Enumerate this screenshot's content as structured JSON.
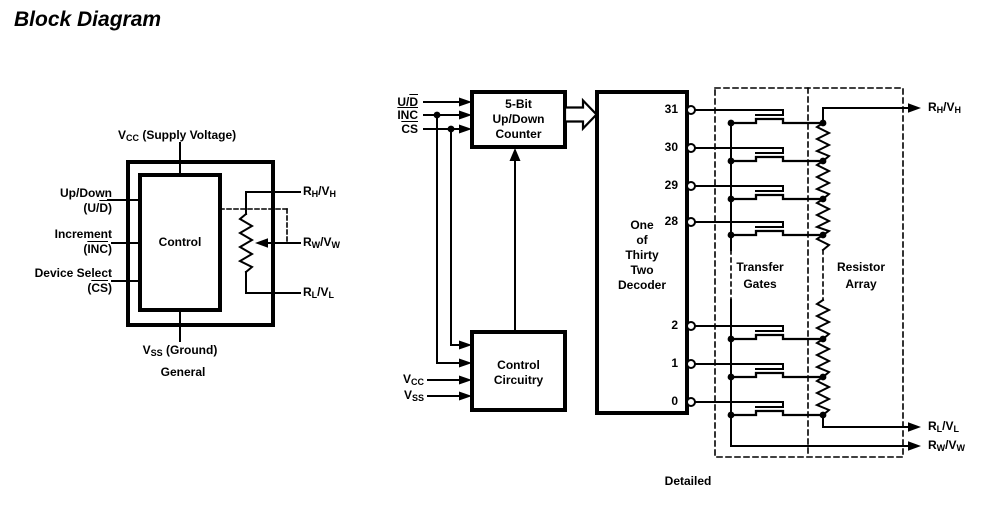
{
  "title": "Block Diagram",
  "colors": {
    "ink": "#000000",
    "paper": "#ffffff"
  },
  "general": {
    "caption": "General",
    "control_label": "Control",
    "supply_label": [
      {
        "t": "V"
      },
      {
        "t": "CC",
        "sub": true
      },
      {
        "t": " (Supply Voltage)"
      }
    ],
    "ground_label": [
      {
        "t": "V"
      },
      {
        "t": "SS",
        "sub": true
      },
      {
        "t": " (Ground)"
      }
    ],
    "pins": [
      {
        "line1": "Up/Down",
        "line2": [
          {
            "t": "(U/"
          },
          {
            "t": "D",
            "ov": true
          },
          {
            "t": ")"
          }
        ]
      },
      {
        "line1": "Increment",
        "line2": [
          {
            "t": "("
          },
          {
            "t": "INC",
            "ov": true
          },
          {
            "t": ")"
          }
        ]
      },
      {
        "line1": "Device Select",
        "line2": [
          {
            "t": "("
          },
          {
            "t": "CS",
            "ov": true
          },
          {
            "t": ")"
          }
        ]
      }
    ],
    "terminals": {
      "rh": [
        {
          "t": "R"
        },
        {
          "t": "H",
          "sub": true
        },
        {
          "t": "/V"
        },
        {
          "t": "H",
          "sub": true
        }
      ],
      "rw": [
        {
          "t": "R"
        },
        {
          "t": "W",
          "sub": true
        },
        {
          "t": "/V"
        },
        {
          "t": "W",
          "sub": true
        }
      ],
      "rl": [
        {
          "t": "R"
        },
        {
          "t": "L",
          "sub": true
        },
        {
          "t": "/V"
        },
        {
          "t": "L",
          "sub": true
        }
      ]
    }
  },
  "detailed": {
    "caption": "Detailed",
    "inputs": {
      "ud": [
        {
          "t": "U/"
        },
        {
          "t": "D",
          "ov": true
        }
      ],
      "inc": [
        {
          "t": "INC",
          "ov": true
        }
      ],
      "cs": [
        {
          "t": "CS",
          "ov": true
        }
      ]
    },
    "supply": [
      {
        "t": "V"
      },
      {
        "t": "CC",
        "sub": true
      }
    ],
    "ground": [
      {
        "t": "V"
      },
      {
        "t": "SS",
        "sub": true
      }
    ],
    "counter": {
      "lines": [
        "5-Bit",
        "Up/Down",
        "Counter"
      ]
    },
    "control": {
      "lines": [
        "Control",
        "Circuitry"
      ]
    },
    "decoder": {
      "lines": [
        "One",
        "of",
        "Thirty",
        "Two",
        "Decoder"
      ],
      "outputs": [
        "31",
        "30",
        "29",
        "28",
        "2",
        "1",
        "0"
      ]
    },
    "transfer_gates": {
      "lines": [
        "Transfer",
        "Gates"
      ]
    },
    "resistor_array": {
      "lines": [
        "Resistor",
        "Array"
      ]
    },
    "terminals": {
      "rh": [
        {
          "t": "R"
        },
        {
          "t": "H",
          "sub": true
        },
        {
          "t": "/V"
        },
        {
          "t": "H",
          "sub": true
        }
      ],
      "rl": [
        {
          "t": "R"
        },
        {
          "t": "L",
          "sub": true
        },
        {
          "t": "/V"
        },
        {
          "t": "L",
          "sub": true
        }
      ],
      "rw": [
        {
          "t": "R"
        },
        {
          "t": "W",
          "sub": true
        },
        {
          "t": "/V"
        },
        {
          "t": "W",
          "sub": true
        }
      ]
    }
  }
}
